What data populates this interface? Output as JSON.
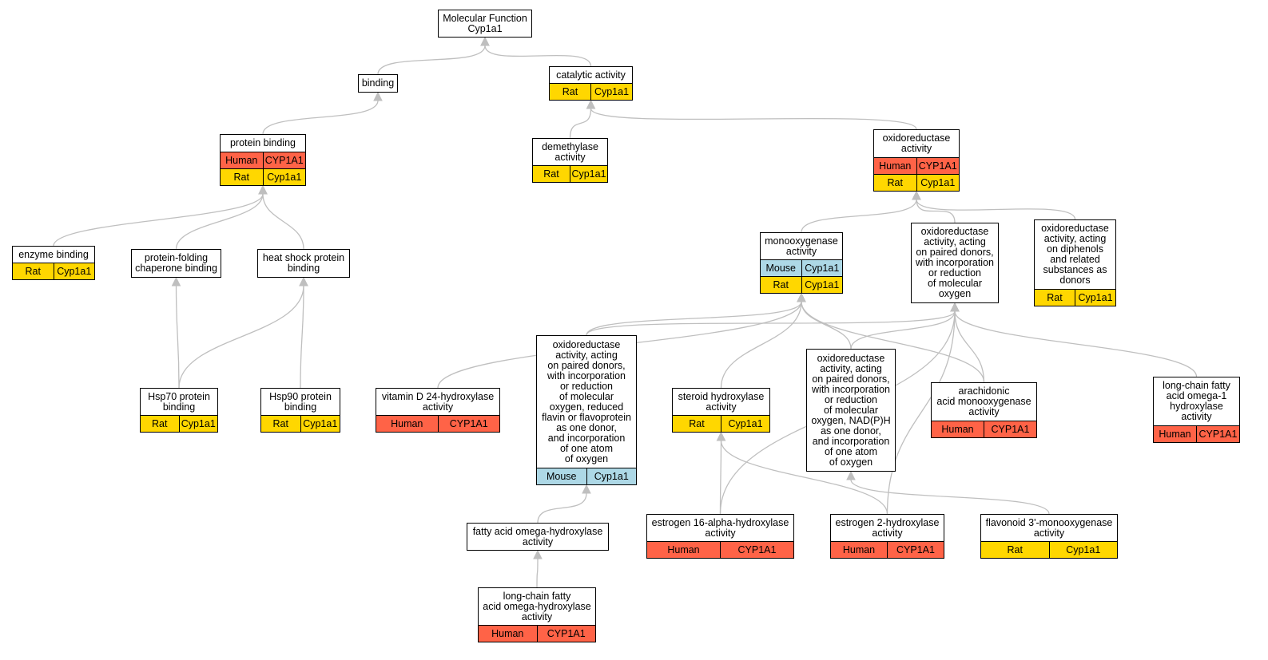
{
  "colors": {
    "Human": "#FF6347",
    "Rat": "#FFD700",
    "Mouse": "#ADD8E6",
    "edge": "#BFBFBF"
  },
  "nodes": [
    {
      "id": "mf",
      "title": "Molecular Function\nCyp1a1",
      "rows": []
    },
    {
      "id": "binding",
      "title": "binding",
      "rows": []
    },
    {
      "id": "catalytic",
      "title": "catalytic activity",
      "rows": [
        {
          "species": "Rat",
          "gene": "Cyp1a1"
        }
      ]
    },
    {
      "id": "protein_binding",
      "title": "protein binding",
      "rows": [
        {
          "species": "Human",
          "gene": "CYP1A1"
        },
        {
          "species": "Rat",
          "gene": "Cyp1a1"
        }
      ]
    },
    {
      "id": "demethylase",
      "title": "demethylase\nactivity",
      "rows": [
        {
          "species": "Rat",
          "gene": "Cyp1a1"
        }
      ]
    },
    {
      "id": "oxidoreductase",
      "title": "oxidoreductase\nactivity",
      "rows": [
        {
          "species": "Human",
          "gene": "CYP1A1"
        },
        {
          "species": "Rat",
          "gene": "Cyp1a1"
        }
      ]
    },
    {
      "id": "enzyme_binding",
      "title": "enzyme binding",
      "rows": [
        {
          "species": "Rat",
          "gene": "Cyp1a1"
        }
      ]
    },
    {
      "id": "chaperone",
      "title": "protein-folding\nchaperone binding",
      "rows": []
    },
    {
      "id": "hsp_binding",
      "title": "heat shock protein\nbinding",
      "rows": []
    },
    {
      "id": "monooxygenase",
      "title": "monooxygenase\nactivity",
      "rows": [
        {
          "species": "Mouse",
          "gene": "Cyp1a1"
        },
        {
          "species": "Rat",
          "gene": "Cyp1a1"
        }
      ]
    },
    {
      "id": "paired_donors",
      "title": "oxidoreductase\nactivity, acting\non paired donors,\nwith incorporation\nor reduction\nof molecular\noxygen",
      "rows": []
    },
    {
      "id": "diphenols",
      "title": "oxidoreductase\nactivity, acting\non diphenols\nand related\nsubstances as\ndonors",
      "rows": [
        {
          "species": "Rat",
          "gene": "Cyp1a1"
        }
      ]
    },
    {
      "id": "hsp70",
      "title": "Hsp70 protein\nbinding",
      "rows": [
        {
          "species": "Rat",
          "gene": "Cyp1a1"
        }
      ]
    },
    {
      "id": "hsp90",
      "title": "Hsp90 protein\nbinding",
      "rows": [
        {
          "species": "Rat",
          "gene": "Cyp1a1"
        }
      ]
    },
    {
      "id": "vitd",
      "title": "vitamin D 24-hydroxylase\nactivity",
      "rows": [
        {
          "species": "Human",
          "gene": "CYP1A1"
        }
      ]
    },
    {
      "id": "flavin",
      "title": "oxidoreductase\nactivity, acting\non paired donors,\nwith incorporation\nor reduction\nof molecular\noxygen, reduced\nflavin or flavoprotein\nas one donor,\nand incorporation\nof one atom\nof oxygen",
      "rows": [
        {
          "species": "Mouse",
          "gene": "Cyp1a1"
        }
      ]
    },
    {
      "id": "steroid",
      "title": "steroid hydroxylase\nactivity",
      "rows": [
        {
          "species": "Rat",
          "gene": "Cyp1a1"
        }
      ]
    },
    {
      "id": "nadph",
      "title": "oxidoreductase\nactivity, acting\non paired donors,\nwith incorporation\nor reduction\nof molecular\noxygen, NAD(P)H\nas one donor,\nand incorporation\nof one atom\nof oxygen",
      "rows": []
    },
    {
      "id": "arachidonic",
      "title": "arachidonic\nacid monooxygenase\nactivity",
      "rows": [
        {
          "species": "Human",
          "gene": "CYP1A1"
        }
      ]
    },
    {
      "id": "lcf_omega1",
      "title": "long-chain fatty\nacid omega-1\nhydroxylase\nactivity",
      "rows": [
        {
          "species": "Human",
          "gene": "CYP1A1"
        }
      ]
    },
    {
      "id": "fa_omega",
      "title": "fatty acid omega-hydroxylase\nactivity",
      "rows": []
    },
    {
      "id": "estrogen16",
      "title": "estrogen 16-alpha-hydroxylase\nactivity",
      "rows": [
        {
          "species": "Human",
          "gene": "CYP1A1"
        }
      ]
    },
    {
      "id": "estrogen2",
      "title": "estrogen 2-hydroxylase\nactivity",
      "rows": [
        {
          "species": "Human",
          "gene": "CYP1A1"
        }
      ]
    },
    {
      "id": "flavonoid",
      "title": "flavonoid 3'-monooxygenase\nactivity",
      "rows": [
        {
          "species": "Rat",
          "gene": "Cyp1a1"
        }
      ]
    },
    {
      "id": "lcf_omega",
      "title": "long-chain fatty\nacid omega-hydroxylase\nactivity",
      "rows": [
        {
          "species": "Human",
          "gene": "CYP1A1"
        }
      ]
    }
  ],
  "edges": [
    {
      "from": "binding",
      "to": "mf"
    },
    {
      "from": "catalytic",
      "to": "mf"
    },
    {
      "from": "protein_binding",
      "to": "binding"
    },
    {
      "from": "demethylase",
      "to": "catalytic"
    },
    {
      "from": "oxidoreductase",
      "to": "catalytic"
    },
    {
      "from": "enzyme_binding",
      "to": "protein_binding"
    },
    {
      "from": "chaperone",
      "to": "protein_binding"
    },
    {
      "from": "hsp_binding",
      "to": "protein_binding"
    },
    {
      "from": "monooxygenase",
      "to": "oxidoreductase"
    },
    {
      "from": "paired_donors",
      "to": "oxidoreductase"
    },
    {
      "from": "diphenols",
      "to": "oxidoreductase"
    },
    {
      "from": "hsp70",
      "to": "chaperone"
    },
    {
      "from": "hsp70",
      "to": "hsp_binding"
    },
    {
      "from": "hsp90",
      "to": "hsp_binding"
    },
    {
      "from": "vitd",
      "to": "monooxygenase"
    },
    {
      "from": "flavin",
      "to": "monooxygenase"
    },
    {
      "from": "flavin",
      "to": "paired_donors"
    },
    {
      "from": "steroid",
      "to": "monooxygenase"
    },
    {
      "from": "nadph",
      "to": "monooxygenase"
    },
    {
      "from": "nadph",
      "to": "paired_donors"
    },
    {
      "from": "arachidonic",
      "to": "monooxygenase"
    },
    {
      "from": "arachidonic",
      "to": "paired_donors"
    },
    {
      "from": "lcf_omega1",
      "to": "paired_donors"
    },
    {
      "from": "fa_omega",
      "to": "flavin"
    },
    {
      "from": "lcf_omega",
      "to": "fa_omega"
    },
    {
      "from": "estrogen16",
      "to": "steroid"
    },
    {
      "from": "estrogen16",
      "to": "paired_donors"
    },
    {
      "from": "estrogen2",
      "to": "steroid"
    },
    {
      "from": "estrogen2",
      "to": "paired_donors"
    },
    {
      "from": "flavonoid",
      "to": "nadph"
    }
  ]
}
